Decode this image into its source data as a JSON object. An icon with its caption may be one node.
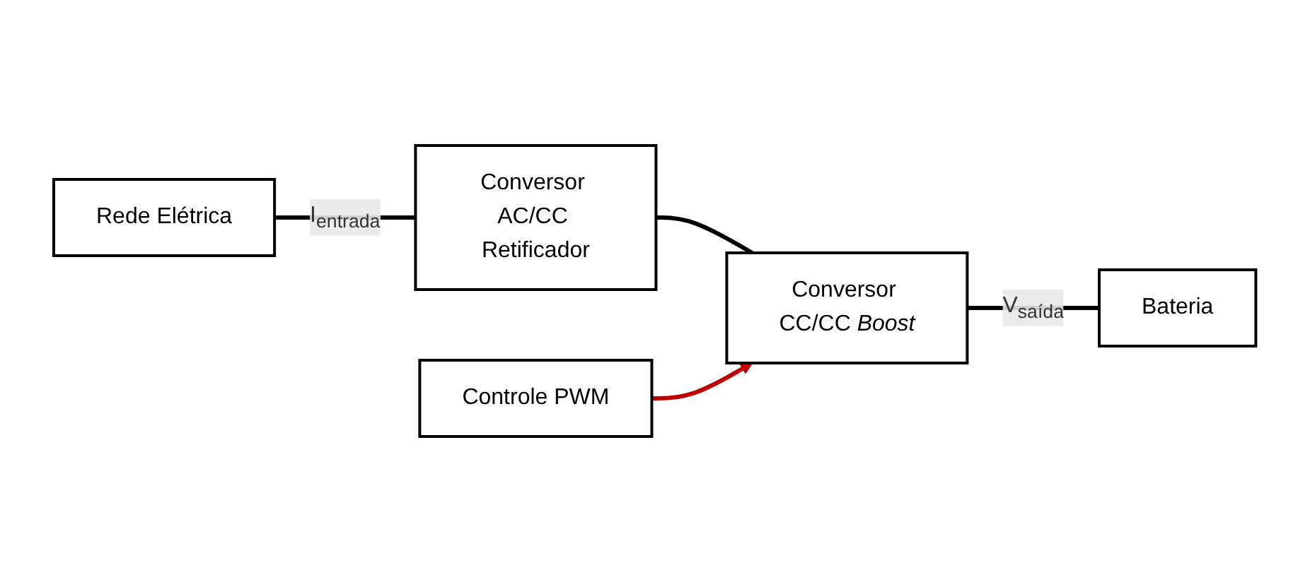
{
  "diagram": {
    "nodes": [
      {
        "text": [
          "Rede Elétrica"
        ]
      },
      {
        "text": [
          "Conversor AC/CC Retificador"
        ]
      },
      {
        "text": [
          "Conversor CC/CC *Boost*"
        ]
      },
      {
        "text": [
          "Bateria"
        ]
      },
      {
        "text": [
          "Controle PWM"
        ]
      }
    ],
    "edges": [
      {
        "from": 0,
        "to": 1,
        "arrow": "none",
        "label": "I$_{entrada}$"
      },
      {
        "from": 1,
        "to": 2,
        "arrow": "none"
      },
      {
        "from": 2,
        "to": 3,
        "arrow": "none",
        "label": "V$_{saída}$"
      },
      {
        "from": 4,
        "to": 2,
        "arrow": "to",
        "color": "#c00000"
      }
    ]
  }
}
